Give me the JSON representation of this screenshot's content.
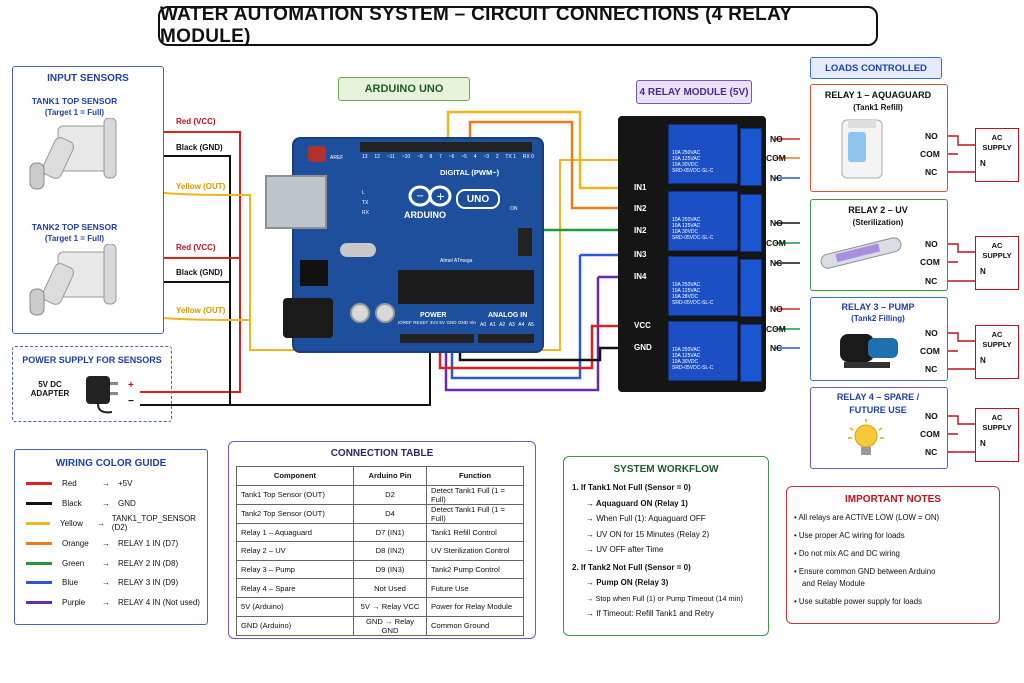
{
  "title": "WATER AUTOMATION SYSTEM – CIRCUIT CONNECTIONS (4 RELAY MODULE)",
  "input_sensors": {
    "header": "INPUT SENSORS",
    "tank1_title": "TANK1 TOP SENSOR",
    "tank1_sub": "(Target 1 = Full)",
    "tank2_title": "TANK2 TOP SENSOR",
    "tank2_sub": "(Target 1 = Full)",
    "wire_red": "Red (VCC)",
    "wire_black": "Black (GND)",
    "wire_yellow": "Yellow (OUT)"
  },
  "power_supply": {
    "header": "POWER SUPPLY FOR SENSORS",
    "label_line1": "5V DC",
    "label_line2": "ADAPTER",
    "plus": "+",
    "minus": "−"
  },
  "arduino": {
    "badge": "ARDUINO UNO",
    "brand": "ARDUINO",
    "model": "UNO",
    "digital": "DIGITAL (PWM~)",
    "power": "POWER",
    "analog": "ANALOG IN",
    "aref": "AREF",
    "gnd": "GND",
    "pins_top": [
      "13",
      "12",
      "~11",
      "~10",
      "~9",
      "8",
      "7",
      "~6",
      "~5",
      "4",
      "~3",
      "2",
      "TX 1",
      "RX 0"
    ],
    "pins_power": [
      "IOREF",
      "RESET",
      "3V3",
      "5V",
      "GND",
      "GND",
      "Vin"
    ],
    "pins_analog": [
      "A0",
      "A1",
      "A2",
      "A3",
      "A4",
      "A5"
    ],
    "led_labels": [
      "L",
      "TX",
      "RX",
      "ON"
    ],
    "chip_text": "Atmel ATmega"
  },
  "relay_module": {
    "badge": "4 RELAY MODULE (5V)",
    "relay_text": [
      "10A 250VAC",
      "10A 125VAC",
      "10A 30VDC",
      "10A 28VDC"
    ],
    "relay_model": "SRD-05VDC-SL-C",
    "inputs": [
      "IN1",
      "IN2",
      "IN3",
      "IN4",
      "VCC",
      "GND"
    ],
    "terms": [
      "NO",
      "COM",
      "NC"
    ]
  },
  "loads": {
    "header": "LOADS CONTROLLED",
    "items": [
      {
        "title": "RELAY 1 – AQUAGUARD",
        "sub": "(Tank1 Refill)",
        "border": "#e0502a",
        "title_color": "#111111"
      },
      {
        "title": "RELAY 2 – UV",
        "sub": "(Sterilization)",
        "border": "#3c9a48",
        "title_color": "#111111"
      },
      {
        "title": "RELAY 3 – PUMP",
        "sub": "(Tank2 Filling)",
        "border": "#3a6fd8",
        "title_color": "#1f3fae"
      },
      {
        "title": "RELAY 4 – SPARE /",
        "sub": "FUTURE USE",
        "border": "#7a52c8",
        "title_color": "#1f3fae"
      }
    ],
    "supply_l1": "AC",
    "supply_l2": "SUPPLY",
    "n": "N"
  },
  "wiring_guide": {
    "header": "WIRING COLOR GUIDE",
    "rows": [
      {
        "color_name": "Red",
        "color": "#e0201d",
        "target": "+5V"
      },
      {
        "color_name": "Black",
        "color": "#111111",
        "target": "GND"
      },
      {
        "color_name": "Yellow",
        "color": "#f2b61c",
        "target": "TANK1_TOP_SENSOR (D2)"
      },
      {
        "color_name": "Orange",
        "color": "#f07a14",
        "target": "RELAY 1 IN (D7)"
      },
      {
        "color_name": "Green",
        "color": "#1f9a3a",
        "target": "RELAY 2 IN (D8)"
      },
      {
        "color_name": "Blue",
        "color": "#2a58d6",
        "target": "RELAY 3 IN (D9)"
      },
      {
        "color_name": "Purple",
        "color": "#6a2ab0",
        "target": "RELAY 4 IN (Not used)"
      }
    ],
    "arrow": "→"
  },
  "connection_table": {
    "header": "CONNECTION TABLE",
    "columns": [
      "Component",
      "Arduino Pin",
      "Function"
    ],
    "rows": [
      [
        "Tank1 Top Sensor (OUT)",
        "D2",
        "Detect Tank1 Full (1 = Full)"
      ],
      [
        "Tank2 Top Sensor (OUT)",
        "D4",
        "Detect Tank1 Full (1 = Full)"
      ],
      [
        "Relay 1 – Aquaguard",
        "D7 (IN1)",
        "Tank1 Refill Control"
      ],
      [
        "Relay 2 – UV",
        "D8 (IN2)",
        "UV Sterilization Control"
      ],
      [
        "Relay 3 – Pump",
        "D9 (IN3)",
        "Tank2 Pump Control"
      ],
      [
        "Relay 4 – Spare",
        "Not Used",
        "Future Use"
      ],
      [
        "5V (Arduino)",
        "5V → Relay VCC",
        "Power for Relay Module"
      ],
      [
        "GND (Arduino)",
        "GND → Relay GND",
        "Common Ground"
      ]
    ]
  },
  "workflow": {
    "header": "SYSTEM WORKFLOW",
    "lines": [
      "1.  If Tank1 Not Full (Sensor = 0)",
      "→ Aquaguard ON (Relay 1)",
      "→ When Full (1): Aquaguard OFF",
      "→ UV ON for 15 Minutes (Relay 2)",
      "→ UV OFF after Time",
      "2.  If Tank2 Not Full (Sensor = 0)",
      "→ Pump ON (Relay 3)",
      "→ Stop when Full (1) or Pump Timeout (14 min)",
      "→ If Timeout: Refill Tank1 and Retry"
    ]
  },
  "notes": {
    "header": "IMPORTANT NOTES",
    "items": [
      "All relays are ACTIVE LOW (LOW = ON)",
      "Use proper AC wiring for loads",
      "Do not mix AC and DC wiring",
      "Ensure common GND between Arduino",
      "and Relay Module",
      "Use suitable power supply for loads"
    ]
  },
  "colors": {
    "red": "#e0201d",
    "black": "#111111",
    "yellow": "#f2b61c",
    "orange": "#f07a14",
    "green": "#1f9a3a",
    "blue": "#2a58d6",
    "purple": "#6a2ab0",
    "board": "#1e4f9c",
    "relay_blue": "#1c4fc4"
  }
}
